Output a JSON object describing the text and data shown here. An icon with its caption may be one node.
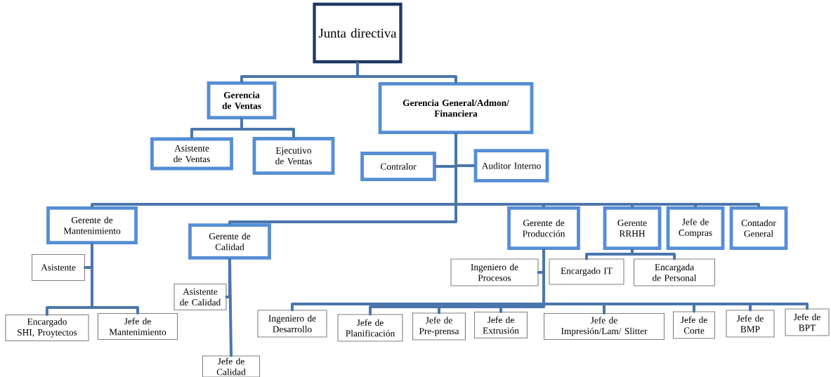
{
  "diagram": {
    "nodes": [
      {
        "text": [
          "Junta directiva"
        ]
      },
      {
        "text": [
          "Gerencia de Ventas"
        ]
      },
      {
        "text": [
          "Gerencia General/Admon/ Financiera"
        ]
      },
      {
        "text": [
          "Asistente de Ventas"
        ]
      },
      {
        "text": [
          "Ejecutivo de Ventas"
        ]
      },
      {
        "text": [
          "Contralor"
        ]
      },
      {
        "text": [
          "Auditor Interno"
        ]
      },
      {
        "text": [
          "Gerente de Mantenimiento"
        ]
      },
      {
        "text": [
          "Gerente de Calidad"
        ]
      },
      {
        "text": [
          "Gerente de Producción"
        ]
      },
      {
        "text": [
          "Gerente RRHH"
        ]
      },
      {
        "text": [
          "Jefe de Compras"
        ]
      },
      {
        "text": [
          "Contador General"
        ]
      },
      {
        "text": [
          "Asistente"
        ]
      },
      {
        "text": [
          "Encargado SHI, Proytectos"
        ]
      },
      {
        "text": [
          "Jefe de Mantenimiento"
        ]
      },
      {
        "text": [
          "Asistente de Calidad"
        ]
      },
      {
        "text": [
          "Jefe de Calidad"
        ]
      },
      {
        "text": [
          "Ingeniero de Procesos"
        ]
      },
      {
        "text": [
          "Encargado IT"
        ]
      },
      {
        "text": [
          "Encargada de Personal"
        ]
      },
      {
        "text": [
          "Ingeniero de Desarrollo"
        ]
      },
      {
        "text": [
          "Jefe de Planificación"
        ]
      },
      {
        "text": [
          "Jefe de Pre-prensa"
        ]
      },
      {
        "text": [
          "Jefe de Extrusión"
        ]
      },
      {
        "text": [
          "Jefe de Impresión/Lam/ Slitter"
        ]
      },
      {
        "text": [
          "Jefe de Corte"
        ]
      },
      {
        "text": [
          "Jefe de BMP"
        ]
      },
      {
        "text": [
          "Jefe de BPT"
        ]
      }
    ],
    "edges": [
      {
        "from": 0,
        "to": 1,
        "arrow": "none"
      },
      {
        "from": 0,
        "to": 2,
        "arrow": "none"
      },
      {
        "from": 1,
        "to": 3,
        "arrow": "none"
      },
      {
        "from": 1,
        "to": 4,
        "arrow": "none"
      },
      {
        "from": 2,
        "to": 5,
        "arrow": "none"
      },
      {
        "from": 2,
        "to": 6,
        "arrow": "none"
      },
      {
        "from": 2,
        "to": 7,
        "arrow": "none"
      },
      {
        "from": 2,
        "to": 8,
        "arrow": "none"
      },
      {
        "from": 2,
        "to": 9,
        "arrow": "none"
      },
      {
        "from": 2,
        "to": 10,
        "arrow": "none"
      },
      {
        "from": 2,
        "to": 11,
        "arrow": "none"
      },
      {
        "from": 2,
        "to": 12,
        "arrow": "none"
      },
      {
        "from": 7,
        "to": 13,
        "arrow": "none"
      },
      {
        "from": 7,
        "to": 14,
        "arrow": "none"
      },
      {
        "from": 7,
        "to": 15,
        "arrow": "none"
      },
      {
        "from": 8,
        "to": 16,
        "arrow": "none"
      },
      {
        "from": 8,
        "to": 17,
        "arrow": "none"
      },
      {
        "from": 9,
        "to": 18,
        "arrow": "none"
      },
      {
        "from": 9,
        "to": 21,
        "arrow": "none"
      },
      {
        "from": 9,
        "to": 22,
        "arrow": "none"
      },
      {
        "from": 9,
        "to": 23,
        "arrow": "none"
      },
      {
        "from": 9,
        "to": 24,
        "arrow": "none"
      },
      {
        "from": 9,
        "to": 25,
        "arrow": "none"
      },
      {
        "from": 9,
        "to": 26,
        "arrow": "none"
      },
      {
        "from": 9,
        "to": 27,
        "arrow": "none"
      },
      {
        "from": 9,
        "to": 28,
        "arrow": "none"
      },
      {
        "from": 10,
        "to": 19,
        "arrow": "none"
      },
      {
        "from": 10,
        "to": 20,
        "arrow": "none"
      }
    ]
  }
}
